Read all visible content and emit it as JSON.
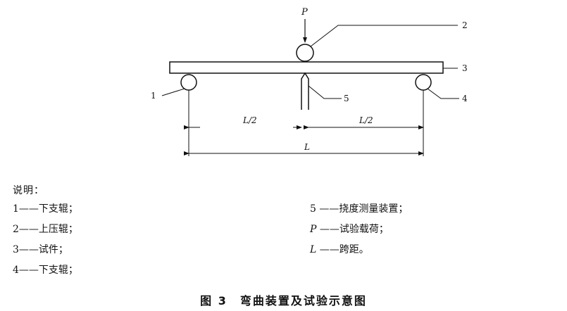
{
  "diagram": {
    "load_symbol": "P",
    "callouts": [
      "1",
      "2",
      "3",
      "4",
      "5"
    ],
    "dims": {
      "half_left": "L/2",
      "half_right": "L/2",
      "full": "L"
    }
  },
  "legend": {
    "title": "说明：",
    "left_items": [
      {
        "sym": "1",
        "dash": "——",
        "text": "下支辊；"
      },
      {
        "sym": "2",
        "dash": "——",
        "text": "上压辊；"
      },
      {
        "sym": "3",
        "dash": "——",
        "text": "试件；"
      },
      {
        "sym": "4",
        "dash": "——",
        "text": "下支辊；"
      }
    ],
    "right_items": [
      {
        "sym": "5",
        "dash": " ——",
        "text": "挠度测量装置；"
      },
      {
        "sym": "P",
        "dash": " ——",
        "text": "试验载荷；"
      },
      {
        "sym": "L",
        "dash": " ——",
        "text": "跨距。"
      }
    ]
  },
  "caption": {
    "number": "图 3",
    "title": "弯曲装置及试验示意图"
  }
}
